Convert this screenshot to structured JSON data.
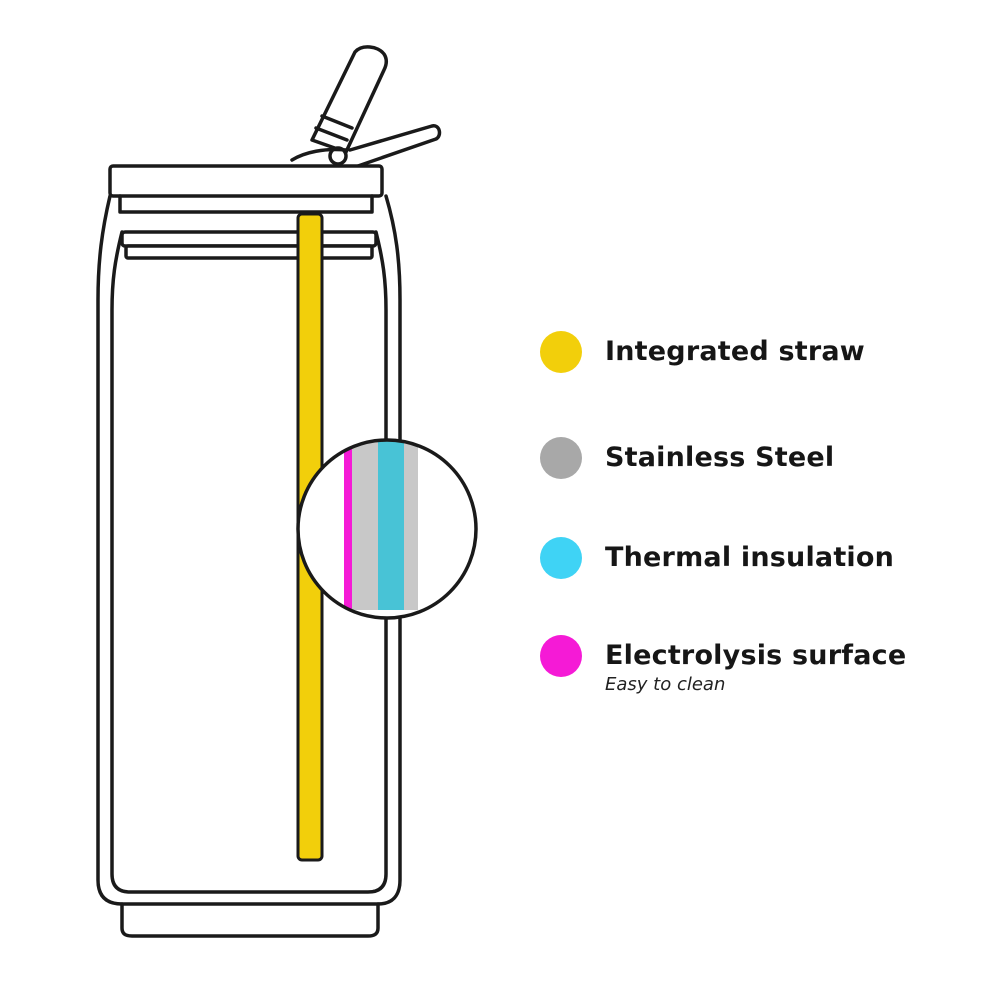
{
  "colors": {
    "straw": "#f2cf0b",
    "steel": "#a8a8a8",
    "insulation": "#3fd3f5",
    "electrolysis": "#f51ad6",
    "outline": "#1a1a1a"
  },
  "legend": {
    "items": [
      {
        "label": "Integrated straw",
        "color": "#f2cf0b"
      },
      {
        "label": "Stainless Steel",
        "color": "#a8a8a8"
      },
      {
        "label": "Thermal insulation",
        "color": "#3fd3f5"
      },
      {
        "label": "Electrolysis surface",
        "sublabel": "Easy to clean",
        "color": "#f51ad6"
      }
    ]
  }
}
